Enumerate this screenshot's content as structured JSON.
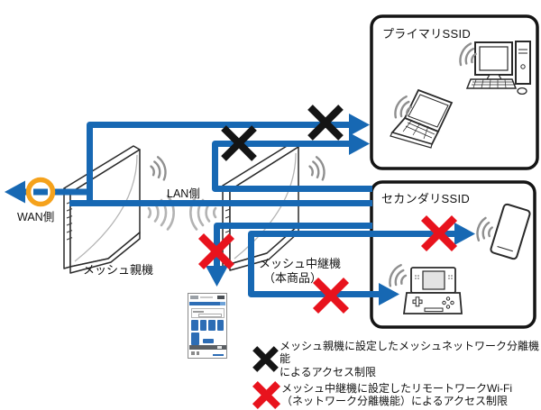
{
  "colors": {
    "line_blue": "#1768b3",
    "x_black": "#141414",
    "x_red": "#e8131d",
    "wan_orange": "#f5a21c",
    "wave_gray": "#8f8f8f",
    "link_wave_gray": "#b3b3b3",
    "box_border": "#141414"
  },
  "labels": {
    "wan": "WAN側",
    "lan": "LAN側",
    "parent_router": "メッシュ親機",
    "repeater_line1": "メッシュ中継機",
    "repeater_line2": "（本商品）"
  },
  "zones": {
    "primary": {
      "title": "プライマリSSID",
      "devices": [
        "desktop-computer",
        "laptop"
      ]
    },
    "secondary": {
      "title": "セカンダリSSID",
      "devices": [
        "tablet",
        "game-console"
      ]
    }
  },
  "icons": [
    "wan-blocked-circle",
    "wifi-waves",
    "black-x-marker",
    "red-x-marker",
    "mesh-parent-router",
    "mesh-repeater-router",
    "settings-page-thumbnail"
  ],
  "legend": [
    {
      "marker": "black-x",
      "line1": "メッシュ親機に設定したメッシュネットワーク分離機能",
      "line2": "によるアクセス制限"
    },
    {
      "marker": "red-x",
      "line1": "メッシュ中継機に設定したリモートワークWi-Fi",
      "line2": "（ネットワーク分離機能）によるアクセス制限"
    }
  ]
}
